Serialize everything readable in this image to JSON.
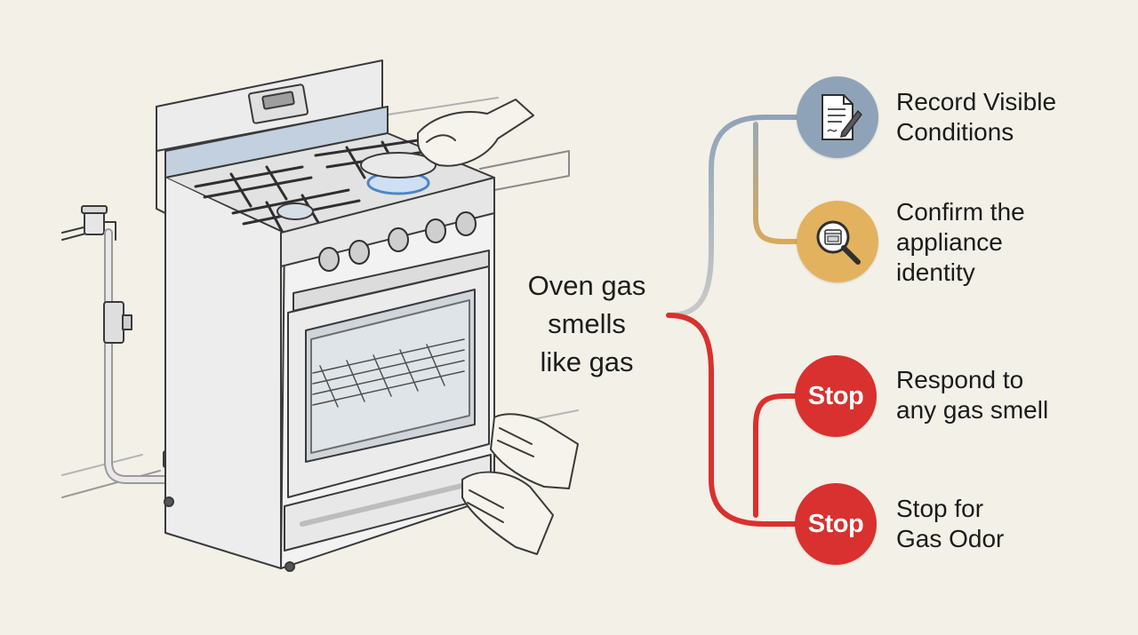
{
  "center": {
    "lines": [
      "Oven gas",
      "smells",
      "like gas"
    ]
  },
  "steps": [
    {
      "lines": [
        "Record Visible",
        "Conditions"
      ],
      "icon": "document-pen-icon",
      "color": "#8fa3b8"
    },
    {
      "lines": [
        "Confirm the",
        "appliance",
        "identity"
      ],
      "icon": "magnifier-oven-icon",
      "color": "#e3b25f"
    },
    {
      "lines": [
        "Respond to",
        "any gas smell"
      ],
      "badge": "Stop",
      "icon": "stop-badge",
      "color": "#d8312f"
    },
    {
      "lines": [
        "Stop for",
        "Gas Odor"
      ],
      "badge": "Stop",
      "icon": "stop-badge",
      "color": "#d8312f"
    }
  ],
  "colors": {
    "background": "#f3f0e7",
    "neutral_branch": "#9aa9b5",
    "amber_branch": "#d9a85a",
    "stop_branch": "#d8312f",
    "ink": "#3a3a3a",
    "flame": "#f0a030",
    "burner_flame": "#6f9fd6"
  }
}
